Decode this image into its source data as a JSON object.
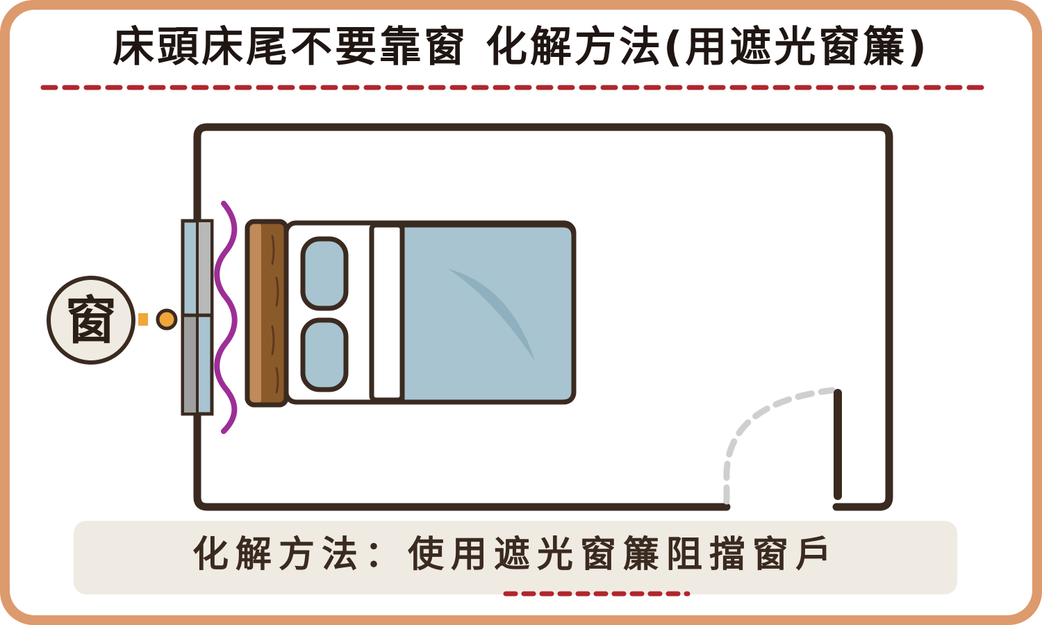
{
  "title": "床頭床尾不要靠窗 化解方法(用遮光窗簾)",
  "window_label": "窗",
  "solution_text": "化解方法：使用遮光窗簾阻擋窗戶",
  "icons": [
    "window-badge-icon",
    "bed-icon",
    "pillow-icon",
    "blanket-icon",
    "curtain-icon",
    "door-swing-icon"
  ],
  "colors": {
    "frame": "#dd9a6d",
    "ink": "#3b2a20",
    "underline": "#b0262d",
    "curtain": "#9c2f97",
    "glass": "#a7c4d0",
    "blanket": "#a7c4d0",
    "headboard": "#8b5a2b",
    "knob": "#f0a63a",
    "door_arc": "#cfcfcf",
    "solution_bg": "#efebe3"
  }
}
